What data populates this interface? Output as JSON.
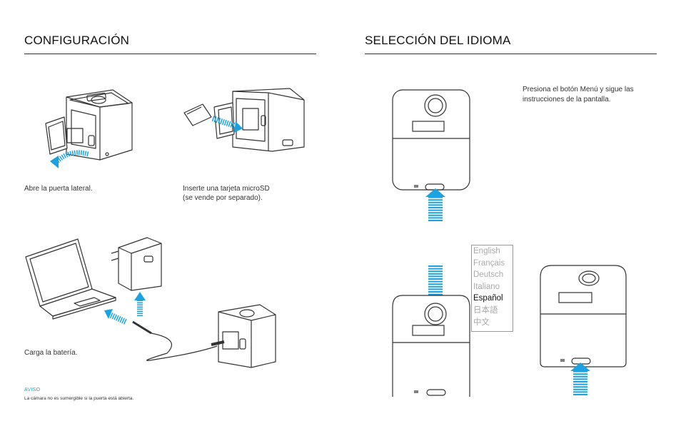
{
  "left": {
    "title": "CONFIGURACIÓN",
    "step1_caption": "Abre la puerta lateral.",
    "step2_caption_line1": "Inserte una tarjeta microSD",
    "step2_caption_line2": "(se vende por separado).",
    "step3_caption": "Carga la batería.",
    "notice_label": "AVISO",
    "notice_text": "La cámara no es sumergible si la puerta está abierta."
  },
  "right": {
    "title": "SELECCIÓN DEL IDIOMA",
    "instruction_line1": "Presiona el botón Menú y sigue las",
    "instruction_line2": "instrucciones de la pantalla.",
    "languages": [
      {
        "label": "English",
        "selected": false
      },
      {
        "label": "Français",
        "selected": false
      },
      {
        "label": "Deutsch",
        "selected": false
      },
      {
        "label": "Italiano",
        "selected": false
      },
      {
        "label": "Español",
        "selected": true
      },
      {
        "label": "日本語",
        "selected": false
      },
      {
        "label": "中文",
        "selected": false
      }
    ]
  },
  "colors": {
    "accent": "#1aa3e0",
    "line_art": "#333333"
  }
}
